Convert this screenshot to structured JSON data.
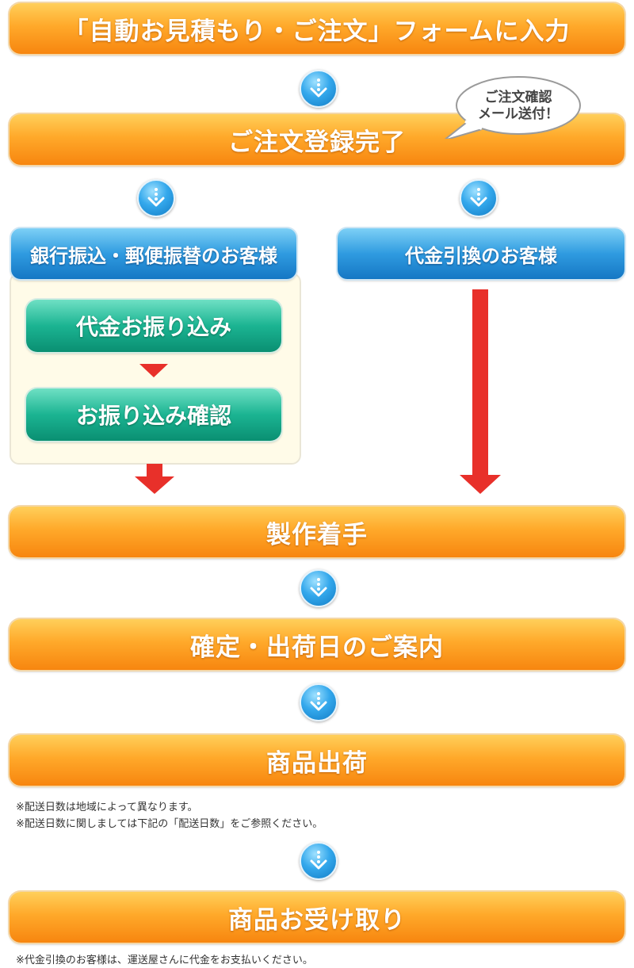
{
  "steps": {
    "form_input": "「自動お見積もり・ご注文」フォームに入力",
    "order_complete": "ご注文登録完了",
    "production_start": "製作着手",
    "ship_date_notice": "確定・出荷日のご案内",
    "shipping": "商品出荷",
    "receipt": "商品お受け取り"
  },
  "bubble": {
    "line1": "ご注文確認",
    "line2": "メール送付！"
  },
  "branches": {
    "bank": {
      "label": "銀行振込・郵便振替のお客様",
      "step1": "代金お振り込み",
      "step2": "お振り込み確認"
    },
    "cod": {
      "label": "代金引換のお客様"
    }
  },
  "notes": {
    "shipping_line1": "※配送日数は地域によって異なります。",
    "shipping_line2": "※配送日数に関しましては下記の「配送日数」をご参照ください。",
    "cod_payment": "※代金引換のお客様は、運送屋さんに代金をお支払いください。"
  },
  "colors": {
    "orange": "#f7860f",
    "blue": "#2f9be0",
    "green": "#1bb492",
    "arrow_red": "#e8302a"
  }
}
